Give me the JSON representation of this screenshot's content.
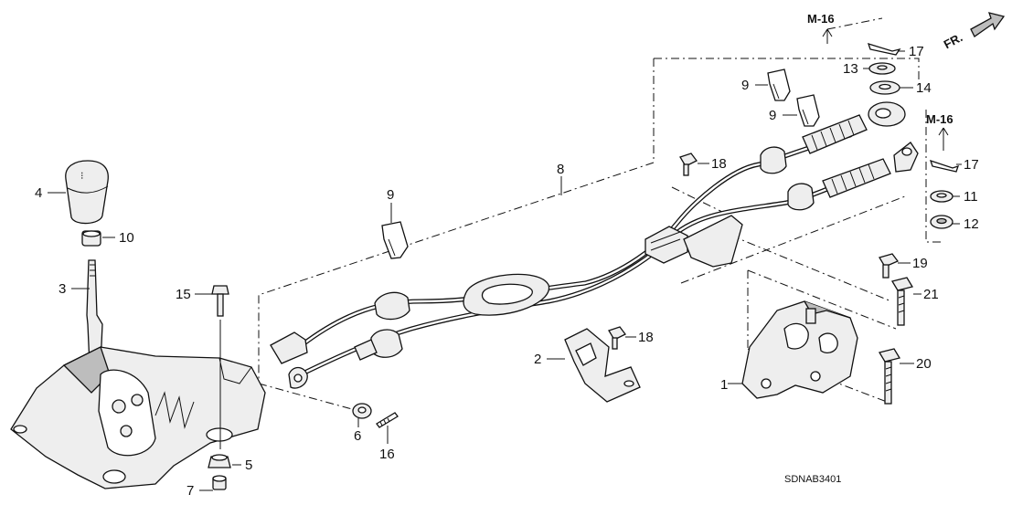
{
  "diagram": {
    "code": "SDNAB3401",
    "direction_label": "FR.",
    "ref_labels": [
      "M-16",
      "M-16"
    ],
    "callouts": [
      "1",
      "2",
      "3",
      "4",
      "5",
      "6",
      "7",
      "8",
      "9",
      "9",
      "9",
      "10",
      "11",
      "12",
      "13",
      "14",
      "15",
      "16",
      "17",
      "17",
      "18",
      "18",
      "19",
      "20",
      "21"
    ]
  }
}
